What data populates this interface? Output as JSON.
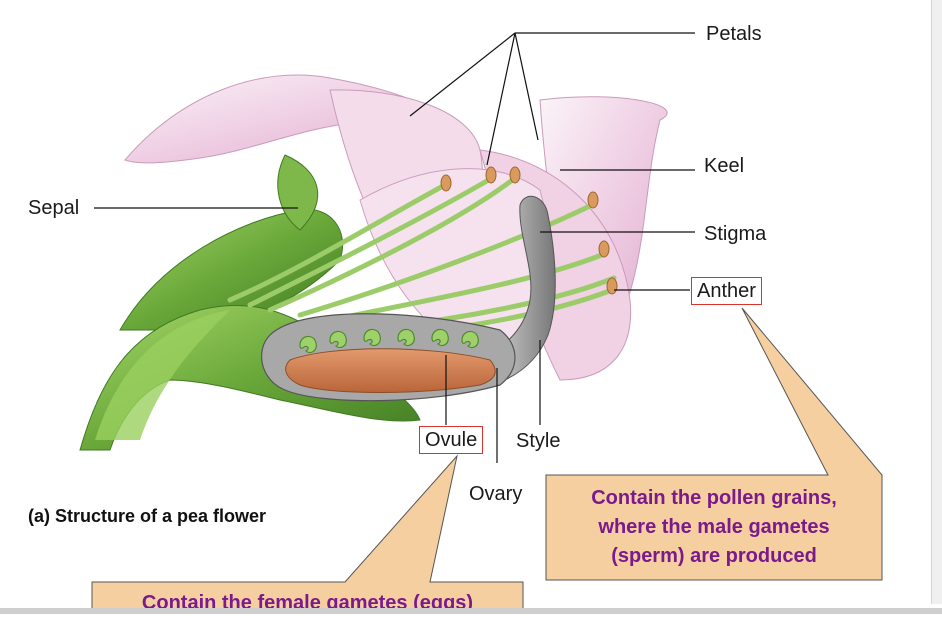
{
  "labels": {
    "petals": "Petals",
    "keel": "Keel",
    "sepal": "Sepal",
    "stigma": "Stigma",
    "anther": "Anther",
    "ovule": "Ovule",
    "style": "Style",
    "ovary": "Ovary"
  },
  "caption": "(a)  Structure of a pea flower",
  "callouts": {
    "anther": [
      "Contain the pollen grains,",
      "where the male gametes",
      "(sperm) are produced"
    ],
    "ovule": "Contain the female gametes (eggs)"
  },
  "colors": {
    "callout_fill": "#f5cfa0",
    "callout_text": "#7a1a8c",
    "highlight_box": "#d9342b"
  }
}
